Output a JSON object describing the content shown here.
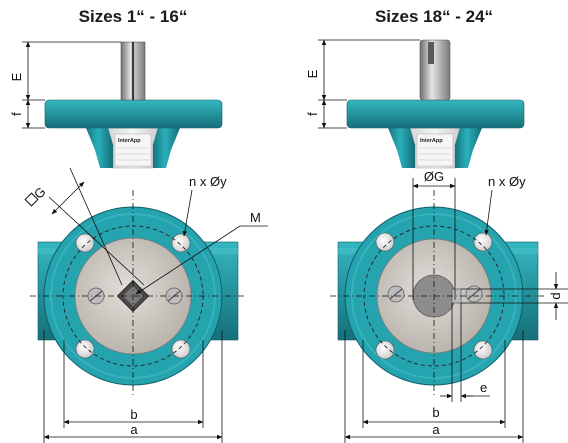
{
  "titles": {
    "left": "Sizes 1“ - 16“",
    "right": "Sizes 18“ - 24“"
  },
  "dimensions": {
    "E": "E",
    "f": "f",
    "square_G": "G",
    "n_holes": "n x Øy",
    "M": "M",
    "dia_G": "ØG",
    "d": "d",
    "e": "e",
    "b": "b",
    "a": "a"
  },
  "nameplate": {
    "brand": "InterApp"
  },
  "colors": {
    "teal": "#1f9aa5",
    "teal_dark": "#15707a",
    "disc": "#cfcac4",
    "shaft": "#a9a9a9"
  }
}
